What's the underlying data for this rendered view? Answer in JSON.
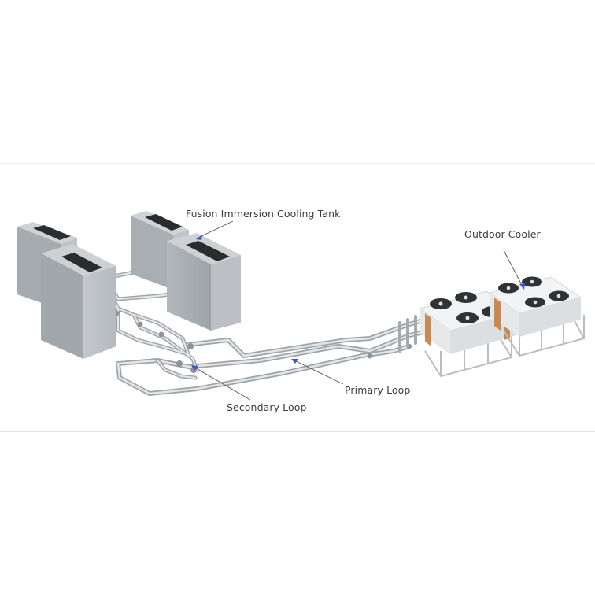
{
  "diagram": {
    "labels": {
      "tank": "Fusion Immersion Cooling Tank",
      "outdoor": "Outdoor Cooler",
      "primary": "Primary Loop",
      "secondary": "Secondary Loop"
    },
    "colors": {
      "tank_body": "#a9aeb3",
      "tank_top": "#c7cbcf",
      "tank_vent": "#2a2c2e",
      "pipe": "#b9bdc1",
      "cooler_fan": "#2f3336",
      "cooler_coil": "#c98a52",
      "arrow": "#3a5bc7"
    }
  }
}
